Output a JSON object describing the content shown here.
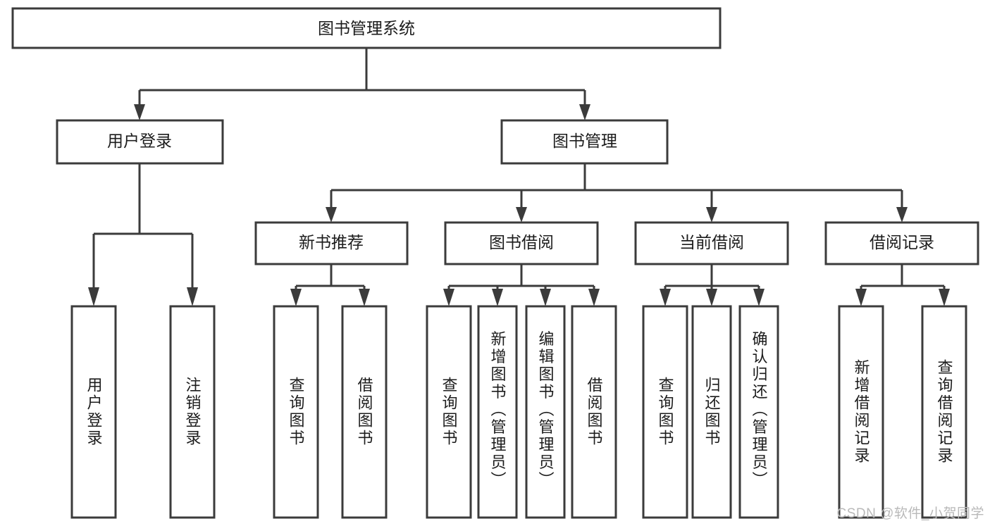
{
  "diagram": {
    "type": "tree-hierarchy-chart",
    "title": "图书管理系统",
    "root": {
      "id": "root",
      "label": "图书管理系统",
      "orientation": "horizontal"
    },
    "level2": [
      {
        "id": "user-login",
        "label": "用户登录",
        "orientation": "horizontal"
      },
      {
        "id": "book-management",
        "label": "图书管理",
        "orientation": "horizontal"
      }
    ],
    "level3": [
      {
        "id": "new-book-recommend",
        "label": "新书推荐",
        "orientation": "horizontal",
        "parent": "book-management"
      },
      {
        "id": "book-borrow",
        "label": "图书借阅",
        "orientation": "horizontal",
        "parent": "book-management"
      },
      {
        "id": "current-borrow",
        "label": "当前借阅",
        "orientation": "horizontal",
        "parent": "book-management"
      },
      {
        "id": "borrow-record",
        "label": "借阅记录",
        "orientation": "horizontal",
        "parent": "book-management"
      }
    ],
    "leaves": [
      {
        "id": "leaf-user-login",
        "label": "用户登录",
        "orientation": "vertical",
        "parent": "user-login"
      },
      {
        "id": "leaf-user-logout",
        "label": "注销登录",
        "orientation": "vertical",
        "parent": "user-login"
      },
      {
        "id": "leaf-query-book-1",
        "label": "查询图书",
        "orientation": "vertical",
        "parent": "new-book-recommend"
      },
      {
        "id": "leaf-borrow-book-1",
        "label": "借阅图书",
        "orientation": "vertical",
        "parent": "new-book-recommend"
      },
      {
        "id": "leaf-query-book-2",
        "label": "查询图书",
        "orientation": "vertical",
        "parent": "book-borrow"
      },
      {
        "id": "leaf-add-book",
        "label": "新增图书（管理员）",
        "orientation": "vertical",
        "parent": "book-borrow"
      },
      {
        "id": "leaf-edit-book",
        "label": "编辑图书（管理员）",
        "orientation": "vertical",
        "parent": "book-borrow"
      },
      {
        "id": "leaf-borrow-book-2",
        "label": "借阅图书",
        "orientation": "vertical",
        "parent": "book-borrow"
      },
      {
        "id": "leaf-query-book-3",
        "label": "查询图书",
        "orientation": "vertical",
        "parent": "current-borrow"
      },
      {
        "id": "leaf-return-book",
        "label": "归还图书",
        "orientation": "vertical",
        "parent": "current-borrow"
      },
      {
        "id": "leaf-confirm-return",
        "label": "确认归还（管理员）",
        "orientation": "vertical",
        "parent": "current-borrow"
      },
      {
        "id": "leaf-add-record",
        "label": "新增借阅记录",
        "orientation": "vertical",
        "parent": "borrow-record"
      },
      {
        "id": "leaf-query-record",
        "label": "查询借阅记录",
        "orientation": "vertical",
        "parent": "borrow-record"
      }
    ],
    "colors": {
      "box_stroke": "#3b3b3b",
      "box_fill": "#ffffff",
      "text": "#1c1c1c",
      "background": "#ffffff",
      "watermark": "#b9b9b9"
    }
  },
  "watermark": {
    "text": "CSDN @软件_小贺同学"
  }
}
